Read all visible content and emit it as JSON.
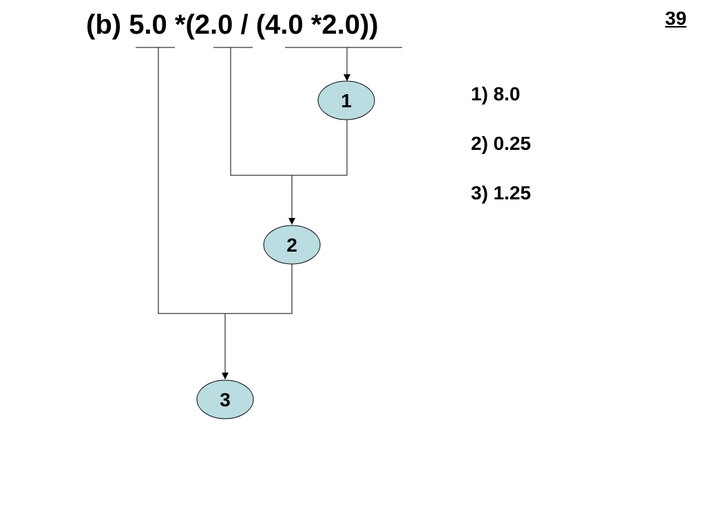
{
  "slide": {
    "expression": "(b) 5.0 *(2.0 / (4.0 *2.0))",
    "page_number": "39"
  },
  "tree": {
    "nodes": [
      {
        "label": "1"
      },
      {
        "label": "2"
      },
      {
        "label": "3"
      }
    ],
    "node_fill": "#b9dde0",
    "stroke": "#000000"
  },
  "steps": [
    {
      "text": "1) 8.0"
    },
    {
      "text": "2) 0.25"
    },
    {
      "text": "3) 1.25"
    }
  ]
}
